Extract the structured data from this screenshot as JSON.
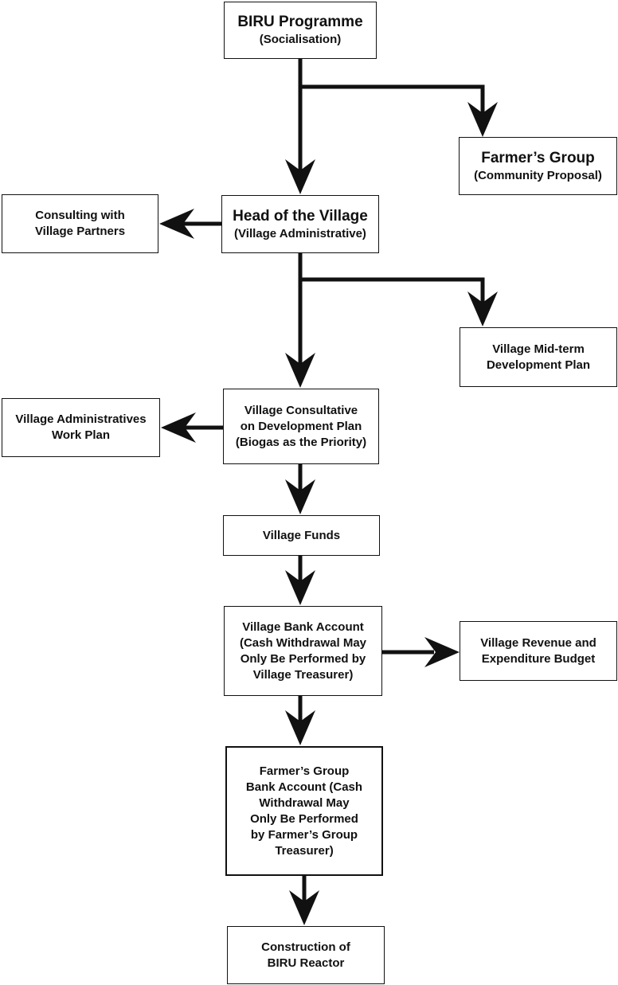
{
  "nodes": {
    "biru_programme": {
      "title": "BIRU Programme",
      "subtitle": "(Socialisation)"
    },
    "farmers_group": {
      "title": "Farmer’s Group",
      "subtitle": "(Community Proposal)"
    },
    "head_of_village": {
      "title": "Head of the Village",
      "subtitle": "(Village Administrative)"
    },
    "consulting_partners": {
      "lines": [
        "Consulting with",
        "Village Partners"
      ]
    },
    "mid_term_plan": {
      "lines": [
        "Village Mid-term",
        "Development Plan"
      ]
    },
    "village_consultative": {
      "lines": [
        "Village Consultative",
        "on Development Plan",
        "(Biogas as the Priority)"
      ]
    },
    "admin_work_plan": {
      "lines": [
        "Village Administratives",
        "Work Plan"
      ]
    },
    "village_funds": {
      "lines": [
        "Village Funds"
      ]
    },
    "village_bank_account": {
      "lines": [
        "Village Bank Account",
        "(Cash Withdrawal May",
        "Only Be Performed by",
        "Village Treasurer)"
      ]
    },
    "revenue_budget": {
      "lines": [
        "Village Revenue and",
        "Expenditure Budget"
      ]
    },
    "farmers_bank_account": {
      "lines": [
        "Farmer’s Group",
        "Bank Account (Cash",
        "Withdrawal May",
        "Only Be Performed",
        "by Farmer’s Group",
        "Treasurer)"
      ]
    },
    "construction": {
      "lines": [
        "Construction of",
        "BIRU Reactor"
      ]
    }
  },
  "colors": {
    "stroke": "#111111",
    "background": "#ffffff"
  }
}
